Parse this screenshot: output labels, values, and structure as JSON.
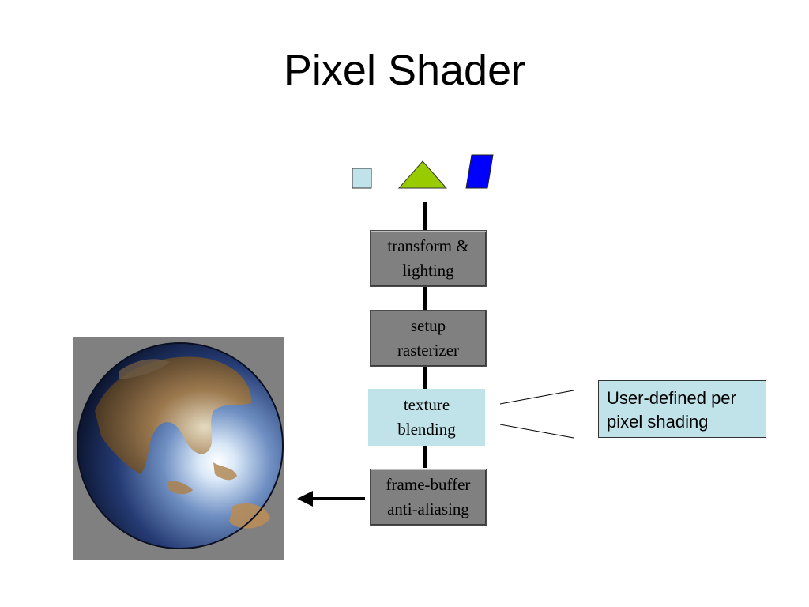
{
  "title": "Pixel Shader",
  "shapes": [
    {
      "name": "square",
      "color": "#bfe3e8"
    },
    {
      "name": "triangle",
      "color": "#99cc00"
    },
    {
      "name": "parallelogram",
      "color": "#0000ff"
    }
  ],
  "stages": [
    {
      "label": "transform &\nlighting",
      "color": "#808080"
    },
    {
      "label": "setup\nrasterizer",
      "color": "#808080"
    },
    {
      "label": "texture\nblending",
      "color": "#bfe3e8"
    },
    {
      "label": "frame-buffer\nanti-aliasing",
      "color": "#808080"
    }
  ],
  "callout": {
    "text": "User-defined per pixel shading",
    "color": "#bfe3e8"
  },
  "output_image": {
    "icon": "globe-earth-image"
  }
}
